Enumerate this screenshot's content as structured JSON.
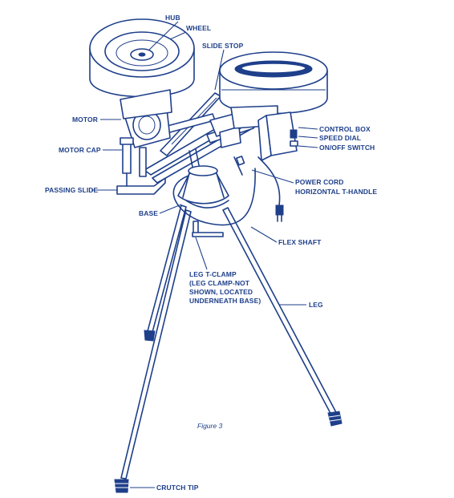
{
  "labels": {
    "hub": "HUB",
    "wheel": "WHEEL",
    "slide_stop": "SLIDE STOP",
    "motor": "MOTOR",
    "control_box": "CONTROL BOX",
    "speed_dial": "SPEED DIAL",
    "on_off_switch": "ON/OFF SWITCH",
    "motor_cap": "MOTOR CAP",
    "power_cord": "POWER CORD",
    "horizontal_t_handle": "HORIZONTAL T-HANDLE",
    "passing_slide": "PASSING SLIDE",
    "base": "BASE",
    "flex_shaft": "FLEX SHAFT",
    "leg_t_clamp": [
      "LEG T-CLAMP",
      "(LEG CLAMP-NOT",
      "SHOWN, LOCATED",
      "UNDERNEATH BASE)"
    ],
    "leg": "LEG",
    "crutch_tip": "CRUTCH TIP"
  },
  "caption": "Figure 3",
  "colors": {
    "ink": "#1e3f8a",
    "background": "#ffffff"
  }
}
